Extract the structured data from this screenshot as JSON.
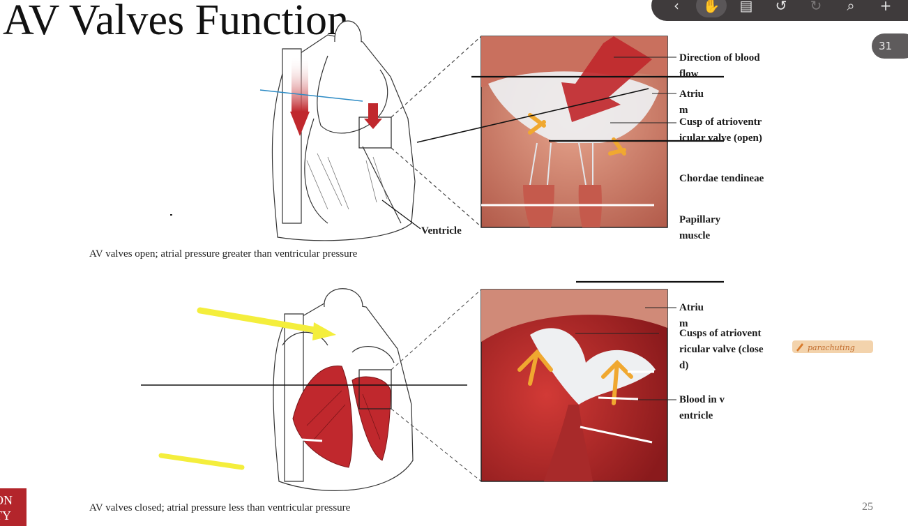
{
  "slide": {
    "title": "AV Valves Function",
    "page_number": "25",
    "caption_open": "AV valves open; atrial pressure greater than ventricular pressure",
    "caption_closed": "AV valves closed; atrial pressure less than ventricular pressure"
  },
  "labels_open": {
    "ventricle": "Ventricle",
    "direction": "Direction of blood flow",
    "atrium": "Atrium",
    "cusp": "Cusp of atrioventricular valve (open)",
    "chordae": "Chordae tendineae",
    "papillary": "Papillary muscle"
  },
  "labels_closed": {
    "atrium": "Atrium",
    "cusps": "Cusps of atrioventricular valve (closed)",
    "blood": "Blood in ventricle"
  },
  "annotation_note": "parachuting",
  "toolbar": {
    "page_indicator": "31",
    "buttons": [
      {
        "name": "back",
        "glyph": "‹"
      },
      {
        "name": "hand-tool",
        "glyph": "✋"
      },
      {
        "name": "book",
        "glyph": "▤"
      },
      {
        "name": "undo",
        "glyph": "↺"
      },
      {
        "name": "redo",
        "glyph": "↻"
      },
      {
        "name": "search",
        "glyph": "⌕"
      },
      {
        "name": "add",
        "glyph": "+"
      }
    ]
  },
  "logo": {
    "line1": "ON",
    "line2": "TY"
  },
  "colors": {
    "blood_red": "#c0282d",
    "annotation_yellow": "#f4ee3c",
    "valve_orange": "#f0a830",
    "note_orange": "#e8a85a"
  }
}
